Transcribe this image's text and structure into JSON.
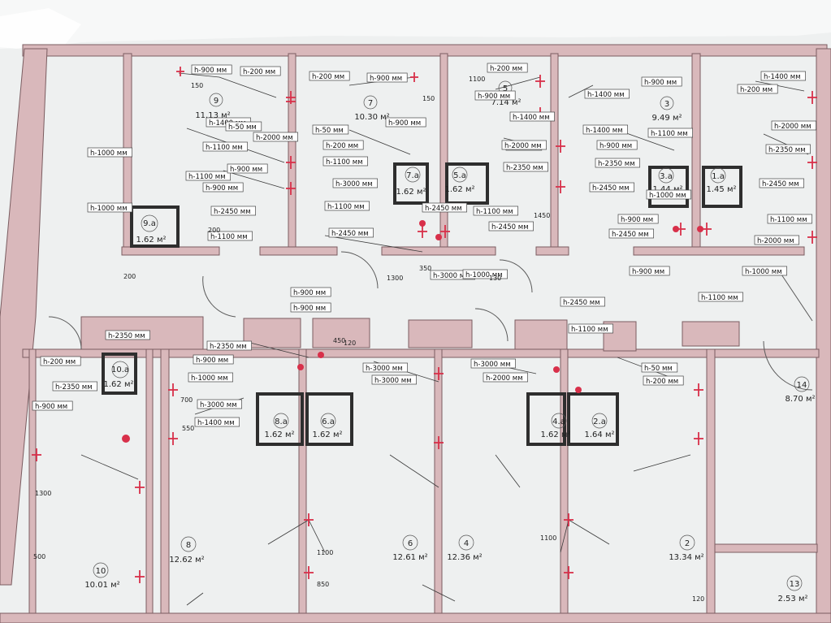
{
  "colors": {
    "paper": "#eef0f0",
    "wall": "#d9b8bb",
    "wall_stroke": "#7a5c60",
    "line": "#3a3a3a",
    "socket": "#d8304a",
    "box_fill": "#ffffff"
  },
  "rooms": [
    {
      "id": "r9",
      "number": "9",
      "area": "11.13 м²"
    },
    {
      "id": "r7",
      "number": "7",
      "area": "10.30 м²"
    },
    {
      "id": "r5",
      "number": "5",
      "area": "7.14 м²"
    },
    {
      "id": "r3",
      "number": "3",
      "area": "9.49 м²"
    },
    {
      "id": "r9a",
      "number": "9.a",
      "area": "1.62 м²"
    },
    {
      "id": "r7a",
      "number": "7.a",
      "area": "1.62 м²"
    },
    {
      "id": "r5a",
      "number": "5.a",
      "area": "1.62 м²"
    },
    {
      "id": "r3a",
      "number": "3.a",
      "area": "1.44 м²"
    },
    {
      "id": "r1a",
      "number": "1.a",
      "area": "1.45 м²"
    },
    {
      "id": "r10a",
      "number": "10.a",
      "area": "1.62 м²"
    },
    {
      "id": "r8a",
      "number": "8.a",
      "area": "1.62 м²"
    },
    {
      "id": "r6a",
      "number": "6.a",
      "area": "1.62 м²"
    },
    {
      "id": "r4a",
      "number": "4.a",
      "area": "1.62 м²"
    },
    {
      "id": "r2a",
      "number": "2.a",
      "area": "1.64 м²"
    },
    {
      "id": "r14",
      "number": "14",
      "area": "8.70 м²"
    },
    {
      "id": "r10",
      "number": "10",
      "area": "10.01 м²"
    },
    {
      "id": "r8",
      "number": "8",
      "area": "12.62 м²"
    },
    {
      "id": "r6",
      "number": "6",
      "area": "12.61 м²"
    },
    {
      "id": "r4",
      "number": "4",
      "area": "12.36 м²"
    },
    {
      "id": "r2",
      "number": "2",
      "area": "13.34 м²"
    },
    {
      "id": "r13",
      "number": "13",
      "area": "2.53 м²"
    }
  ],
  "height_labels": [
    {
      "id": "l1",
      "text": "h-900 мм"
    },
    {
      "id": "l2",
      "text": "h-200 мм"
    },
    {
      "id": "l3",
      "text": "h-900 мм"
    },
    {
      "id": "l4",
      "text": "h-200 мм"
    },
    {
      "id": "l5",
      "text": "h-200 мм"
    },
    {
      "id": "l6",
      "text": "h-900 мм"
    },
    {
      "id": "l7",
      "text": "h-1400 мм"
    },
    {
      "id": "l8",
      "text": "h-900 мм"
    },
    {
      "id": "l9",
      "text": "h-200 мм"
    },
    {
      "id": "l10",
      "text": "h-1400 мм"
    },
    {
      "id": "l11",
      "text": "h-900 мм"
    },
    {
      "id": "l12",
      "text": "h-1400 мм"
    },
    {
      "id": "l13",
      "text": "h-1400 мм"
    },
    {
      "id": "l14",
      "text": "h-50 мм"
    },
    {
      "id": "l15",
      "text": "h-50 мм"
    },
    {
      "id": "l16",
      "text": "h-50 мм"
    },
    {
      "id": "l17",
      "text": "h-1400 мм"
    },
    {
      "id": "l18",
      "text": "h-1100 мм"
    },
    {
      "id": "l19",
      "text": "h-2000 мм"
    },
    {
      "id": "l20",
      "text": "h-2000 мм"
    },
    {
      "id": "l21",
      "text": "h-200 мм"
    },
    {
      "id": "l22",
      "text": "h-2000 мм"
    },
    {
      "id": "l23",
      "text": "h-900 мм"
    },
    {
      "id": "l24",
      "text": "h-1100 мм"
    },
    {
      "id": "l25",
      "text": "h-1000 мм"
    },
    {
      "id": "l26",
      "text": "h-1100 мм"
    },
    {
      "id": "l27",
      "text": "h-900 мм"
    },
    {
      "id": "l28",
      "text": "h-1100 мм"
    },
    {
      "id": "l29",
      "text": "h-2350 мм"
    },
    {
      "id": "l30",
      "text": "h-2350 мм"
    },
    {
      "id": "l31",
      "text": "h-2350 мм"
    },
    {
      "id": "l32",
      "text": "h-3000 мм"
    },
    {
      "id": "l33",
      "text": "h-2450 мм"
    },
    {
      "id": "l34",
      "text": "h-1000 мм"
    },
    {
      "id": "l35",
      "text": "h-900 мм"
    },
    {
      "id": "l36",
      "text": "h-1000 мм"
    },
    {
      "id": "l37",
      "text": "h-2450 мм"
    },
    {
      "id": "l38",
      "text": "h-1100 мм"
    },
    {
      "id": "l39",
      "text": "h-2450 мм"
    },
    {
      "id": "l40",
      "text": "h-2450 мм"
    },
    {
      "id": "l41",
      "text": "h-1100 мм"
    },
    {
      "id": "l42",
      "text": "h-2450 мм"
    },
    {
      "id": "l43",
      "text": "h-900 мм"
    },
    {
      "id": "l44",
      "text": "h-2000 мм"
    },
    {
      "id": "l45",
      "text": "h-2450 мм"
    },
    {
      "id": "l46",
      "text": "h-1100 мм"
    },
    {
      "id": "l47",
      "text": "h-2450 мм"
    },
    {
      "id": "l48",
      "text": "h-1100 мм"
    },
    {
      "id": "l49",
      "text": "h-3000 мм"
    },
    {
      "id": "l50",
      "text": "h-1000 мм"
    },
    {
      "id": "l51",
      "text": "h-900 мм"
    },
    {
      "id": "l52",
      "text": "h-1000 мм"
    },
    {
      "id": "l53",
      "text": "h-900 мм"
    },
    {
      "id": "l54",
      "text": "h-900 мм"
    },
    {
      "id": "l55",
      "text": "h-2450 мм"
    },
    {
      "id": "l56",
      "text": "h-1100 мм"
    },
    {
      "id": "l57",
      "text": "h-1100 мм"
    },
    {
      "id": "l58",
      "text": "h-2350 мм"
    },
    {
      "id": "l59",
      "text": "h-200 мм"
    },
    {
      "id": "l60",
      "text": "h-2350 мм"
    },
    {
      "id": "l61",
      "text": "h-2350 мм"
    },
    {
      "id": "l62",
      "text": "h-900 мм"
    },
    {
      "id": "l63",
      "text": "h-1000 мм"
    },
    {
      "id": "l64",
      "text": "h-3000 мм"
    },
    {
      "id": "l65",
      "text": "h-3000 мм"
    },
    {
      "id": "l66",
      "text": "h-3000 мм"
    },
    {
      "id": "l67",
      "text": "h-3000 мм"
    },
    {
      "id": "l68",
      "text": "h-2000 мм"
    },
    {
      "id": "l69",
      "text": "h-50 мм"
    },
    {
      "id": "l70",
      "text": "h-200 мм"
    },
    {
      "id": "l71",
      "text": "h-900 мм"
    },
    {
      "id": "l72",
      "text": "h-1400 мм"
    }
  ],
  "dimensions": [
    {
      "id": "d1",
      "text": "150"
    },
    {
      "id": "d2",
      "text": "150"
    },
    {
      "id": "d3",
      "text": "1100"
    },
    {
      "id": "d4",
      "text": "1450"
    },
    {
      "id": "d5",
      "text": "350"
    },
    {
      "id": "d6",
      "text": "1300"
    },
    {
      "id": "d7",
      "text": "130"
    },
    {
      "id": "d8",
      "text": "200"
    },
    {
      "id": "d9",
      "text": "200"
    },
    {
      "id": "d10",
      "text": "450"
    },
    {
      "id": "d11",
      "text": "120"
    },
    {
      "id": "d12",
      "text": "1300"
    },
    {
      "id": "d13",
      "text": "500"
    },
    {
      "id": "d14",
      "text": "1100"
    },
    {
      "id": "d15",
      "text": "1100"
    },
    {
      "id": "d16",
      "text": "850"
    },
    {
      "id": "d17",
      "text": "120"
    },
    {
      "id": "d18",
      "text": "550"
    },
    {
      "id": "d19",
      "text": "700"
    }
  ]
}
